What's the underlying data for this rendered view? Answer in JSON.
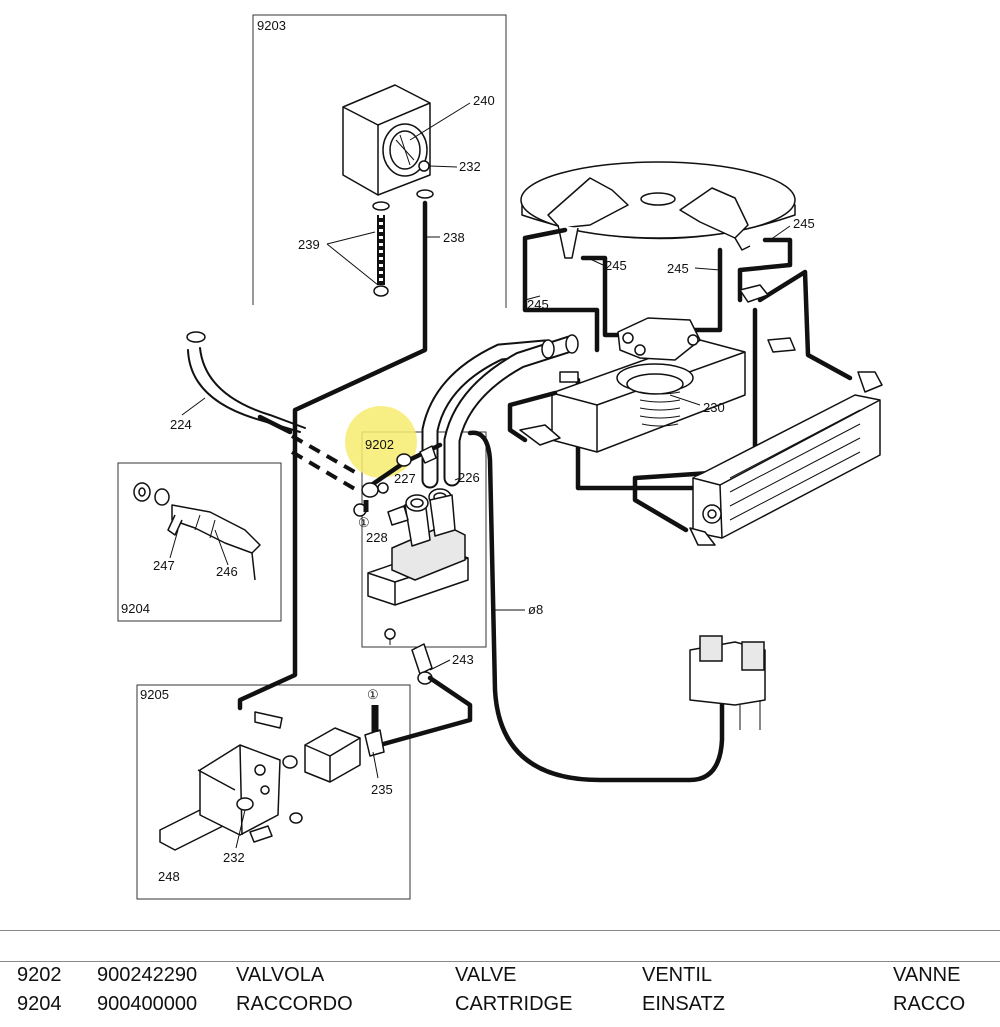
{
  "diagram": {
    "group_labels": [
      "9203",
      "9202",
      "9204",
      "9205"
    ],
    "callouts": {
      "c240": "240",
      "c232a": "232",
      "c239": "239",
      "c238": "238",
      "c245a": "245",
      "c245b": "245",
      "c245c": "245",
      "c245d": "245",
      "c224": "224",
      "c230": "230",
      "c227": "227",
      "c226": "226",
      "c228": "228",
      "c1a": "①",
      "c1b": "①",
      "c247": "247",
      "c246": "246",
      "c8": "ø8",
      "c243": "243",
      "c235": "235",
      "c232b": "232",
      "c248": "248"
    },
    "highlight_color": "#f7ec6e"
  },
  "parts_table": {
    "rows": [
      {
        "ref": "9202",
        "code": "900242290",
        "it": "VALVOLA",
        "en": "VALVE",
        "de": "VENTIL",
        "fr": "VANNE"
      },
      {
        "ref": "9204",
        "code": "900400000",
        "it": "RACCORDO",
        "en": "CARTRIDGE",
        "de": "EINSATZ",
        "fr": "RACCO"
      }
    ]
  }
}
